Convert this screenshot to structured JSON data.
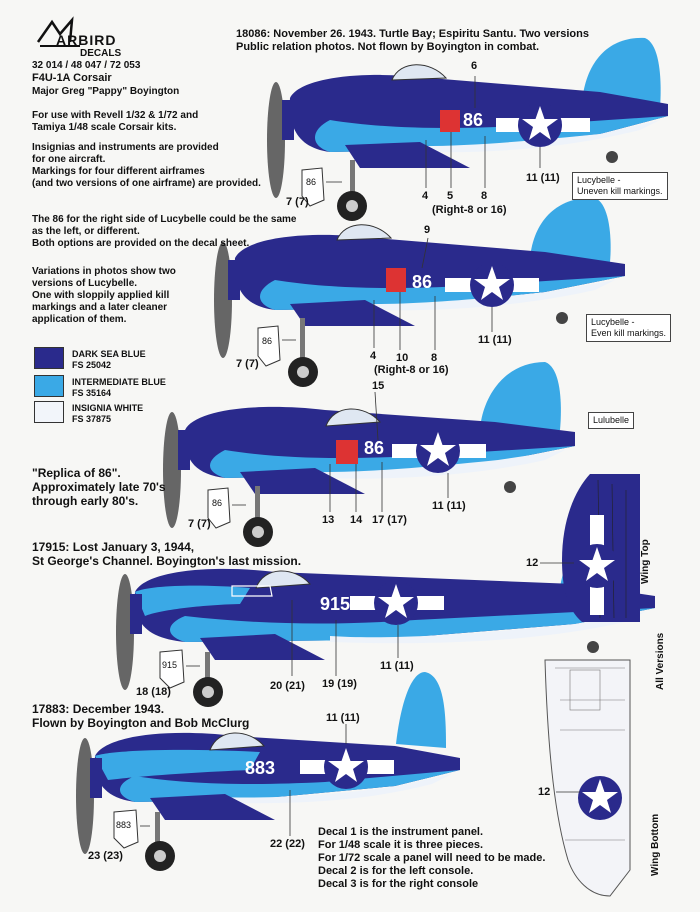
{
  "brand": {
    "top": "ARBIRD",
    "bottom": "DECALS"
  },
  "header": {
    "catalog": "32 014 / 48 047 / 72 053",
    "model": "F4U-1A Corsair",
    "pilot": "Major Greg \"Pappy\" Boyington"
  },
  "intro": {
    "kits": [
      "For use with Revell 1/32 & 1/72 and",
      "Tamiya 1/48 scale Corsair kits."
    ],
    "insignia": [
      "Insignias and instruments are provided",
      "for one aircraft.",
      "Markings for four different airframes",
      "(and two versions of one airframe) are provided."
    ]
  },
  "notes": {
    "top": [
      "18086: November 26. 1943.  Turtle Bay; Espiritu Santu.  Two versions",
      "Public relation photos.  Not flown by Boyington in combat."
    ],
    "right_side": [
      "The 86 for the right side of Lucybelle could be the same",
      "as the left, or different.",
      "Both options are provided on the decal sheet."
    ],
    "variations": [
      "Variations in photos show two",
      "versions of Lucybelle.",
      "One with sloppily applied kill",
      "markings and a later cleaner",
      "application of them."
    ],
    "replica": [
      "\"Replica of 86\".",
      "Approximately late 70's",
      "through early 80's."
    ],
    "a17915": [
      "17915: Lost January 3, 1944,",
      "St George's Channel.  Boyington's last mission."
    ],
    "a17883": [
      "17883: December 1943.",
      "Flown by Boyington and Bob McClurg"
    ],
    "decals": [
      "Decal 1 is the instrument panel.",
      "For 1/48 scale it is three pieces.",
      "For 1/72 scale a panel will need to be made.",
      "Decal 2 is for the left console.",
      "Decal 3 is for the right console"
    ]
  },
  "legend": [
    {
      "name": "DARK SEA BLUE",
      "fs": "FS 25042",
      "color": "#2a2a8c"
    },
    {
      "name": "INTERMEDIATE BLUE",
      "fs": "FS 35164",
      "color": "#3aa9e6"
    },
    {
      "name": "INSIGNIA WHITE",
      "fs": "FS 37875",
      "color": "#f2f5fa"
    }
  ],
  "labels": {
    "lucy_uneven": [
      "Lucybelle -",
      "Uneven kill markings."
    ],
    "lucy_even": [
      "Lucybelle -",
      "Even kill markings."
    ],
    "lulubelle": "Lulubelle",
    "wing_top": "Wing Top",
    "all_versions": "All Versions",
    "wing_bottom": "Wing Bottom"
  },
  "aircraft": [
    {
      "number": "86",
      "gear_tag": "86"
    },
    {
      "number": "86",
      "gear_tag": "86"
    },
    {
      "number": "86",
      "gear_tag": "86"
    },
    {
      "number": "915",
      "gear_tag": "915"
    },
    {
      "number": "883",
      "gear_tag": "883"
    }
  ],
  "callouts": {
    "a1": {
      "c6": "6",
      "c4": "4",
      "c5": "5",
      "c8": "8",
      "right": "(Right-8 or 16)",
      "c11": "11 (11)",
      "c7": "7 (7)"
    },
    "a2": {
      "c9": "9",
      "c4": "4",
      "c10": "10",
      "c8": "8",
      "right": "(Right-8 or 16)",
      "c11": "11 (11)",
      "c7": "7 (7)"
    },
    "a3": {
      "c15": "15",
      "c13": "13",
      "c14": "14",
      "c17": "17 (17)",
      "c11": "11 (11)",
      "c7": "7 (7)"
    },
    "a4": {
      "c20": "20 (21)",
      "c19": "19 (19)",
      "c11": "11 (11)",
      "c18": "18 (18)"
    },
    "a5": {
      "c11": "11 (11)",
      "c22": "22 (22)",
      "c23": "23 (23)"
    },
    "wing": {
      "top12": "12",
      "bottom12": "12"
    }
  }
}
